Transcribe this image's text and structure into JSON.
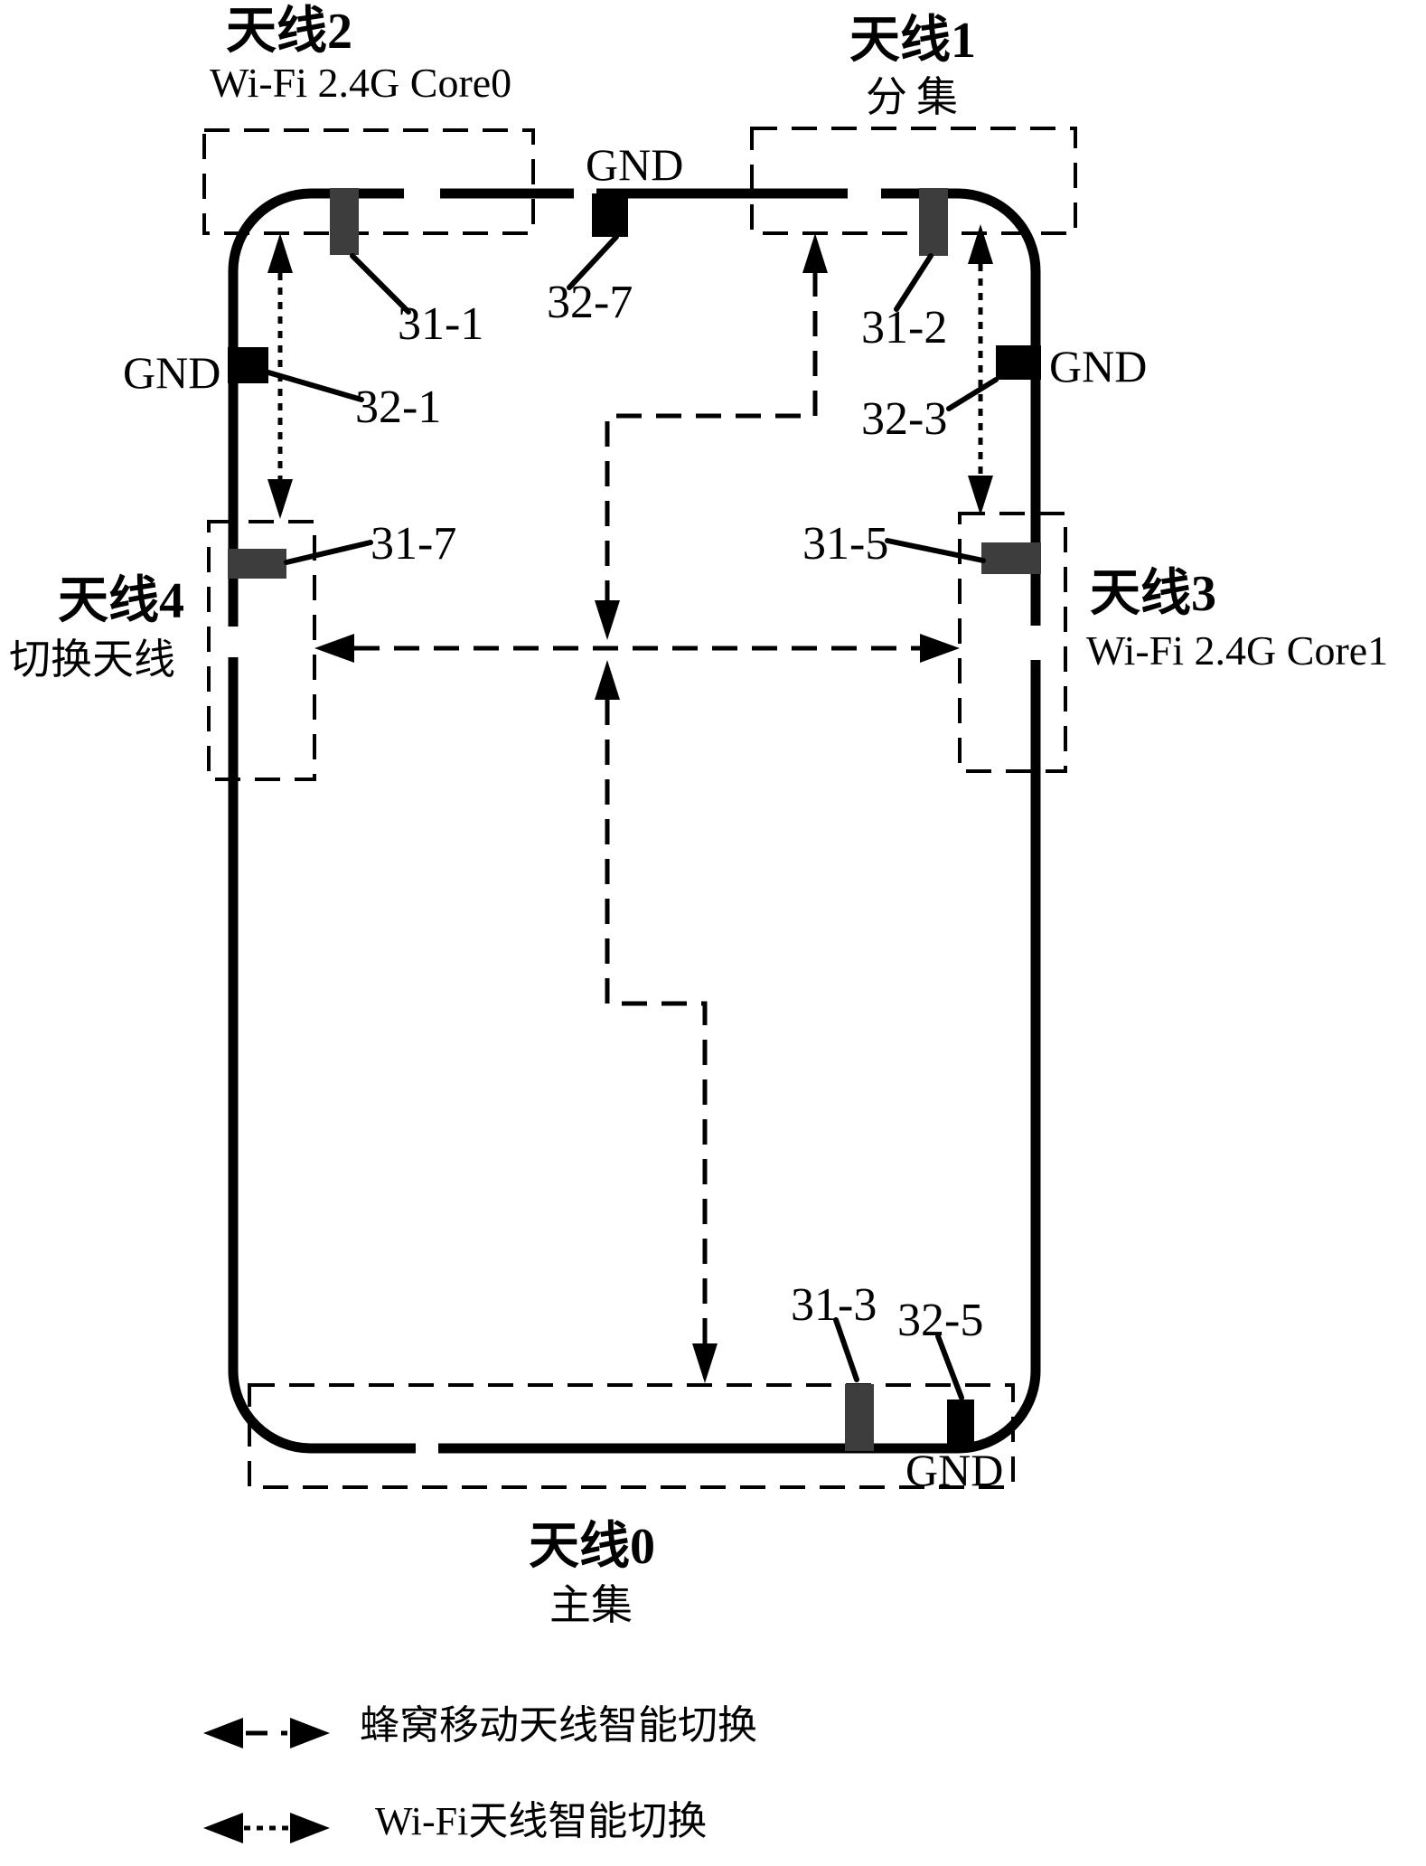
{
  "colors": {
    "ink": "#000000",
    "pad_gray": "#3d3d3d",
    "background": "#ffffff"
  },
  "antennas": {
    "ant2": {
      "title": "天线2",
      "subtitle": "Wi-Fi 2.4G Core0"
    },
    "ant1": {
      "title": "天线1",
      "subtitle": "分集"
    },
    "ant4": {
      "title": "天线4",
      "subtitle": "切换天线"
    },
    "ant3": {
      "title": "天线3",
      "subtitle": "Wi-Fi 2.4G Core1"
    },
    "ant0": {
      "title": "天线0",
      "subtitle": "主集"
    }
  },
  "gnd": {
    "top": "GND",
    "left": "GND",
    "right": "GND",
    "bottom": "GND"
  },
  "pad_labels": {
    "p31_1": "31-1",
    "p32_7": "32-7",
    "p32_1": "32-1",
    "p31_2": "31-2",
    "p32_3": "32-3",
    "p31_7": "31-7",
    "p31_5": "31-5",
    "p31_3": "31-3",
    "p32_5": "32-5"
  },
  "legend": {
    "items": [
      {
        "style": "dashed",
        "label": "蜂窝移动天线智能切换"
      },
      {
        "style": "dotted",
        "label": "Wi-Fi天线智能切换"
      }
    ]
  }
}
